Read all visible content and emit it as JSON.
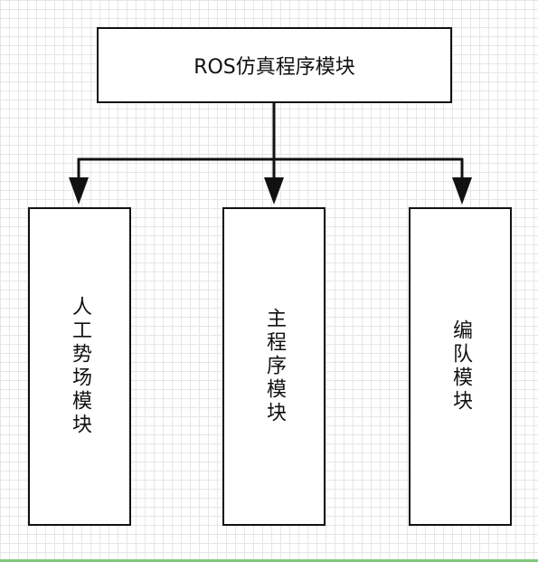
{
  "diagram": {
    "root": {
      "label": "ROS仿真程序模块"
    },
    "children": [
      {
        "label": "人工势场模块"
      },
      {
        "label": "主程序模块"
      },
      {
        "label": "编队模块"
      }
    ],
    "colors": {
      "stroke": "#111111",
      "grid": "#e6e6e6",
      "background": "#ffffff"
    }
  }
}
